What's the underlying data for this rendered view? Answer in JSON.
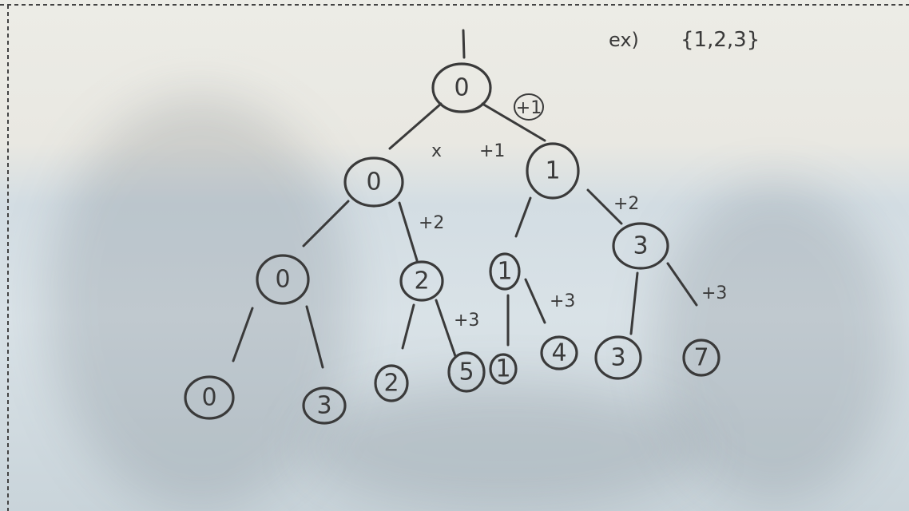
{
  "example": {
    "prefix": "ex)",
    "set_text": "{1,2,3}"
  },
  "tree": {
    "nodes": [
      {
        "id": "root",
        "label": "0"
      },
      {
        "id": "l1-left",
        "label": "0"
      },
      {
        "id": "l1-right",
        "label": "1"
      },
      {
        "id": "l2-a",
        "label": "0"
      },
      {
        "id": "l2-b",
        "label": "2"
      },
      {
        "id": "l2-c",
        "label": "1"
      },
      {
        "id": "l2-d",
        "label": "3"
      },
      {
        "id": "leaf-1",
        "label": "0"
      },
      {
        "id": "leaf-2",
        "label": "3"
      },
      {
        "id": "leaf-3",
        "label": "2"
      },
      {
        "id": "leaf-4",
        "label": "5"
      },
      {
        "id": "leaf-5",
        "label": "1"
      },
      {
        "id": "leaf-6",
        "label": "4"
      },
      {
        "id": "leaf-7",
        "label": "3"
      },
      {
        "id": "leaf-8",
        "label": "7"
      }
    ],
    "edge_labels": {
      "root_right_circled": "+1",
      "root_left_mark": "x",
      "root_right_mark": "+1",
      "l1_left_right": "+2",
      "l1_right_right": "+2",
      "l2b_right": "+3",
      "l2c_right": "+3",
      "l2d_right": "+3"
    }
  }
}
